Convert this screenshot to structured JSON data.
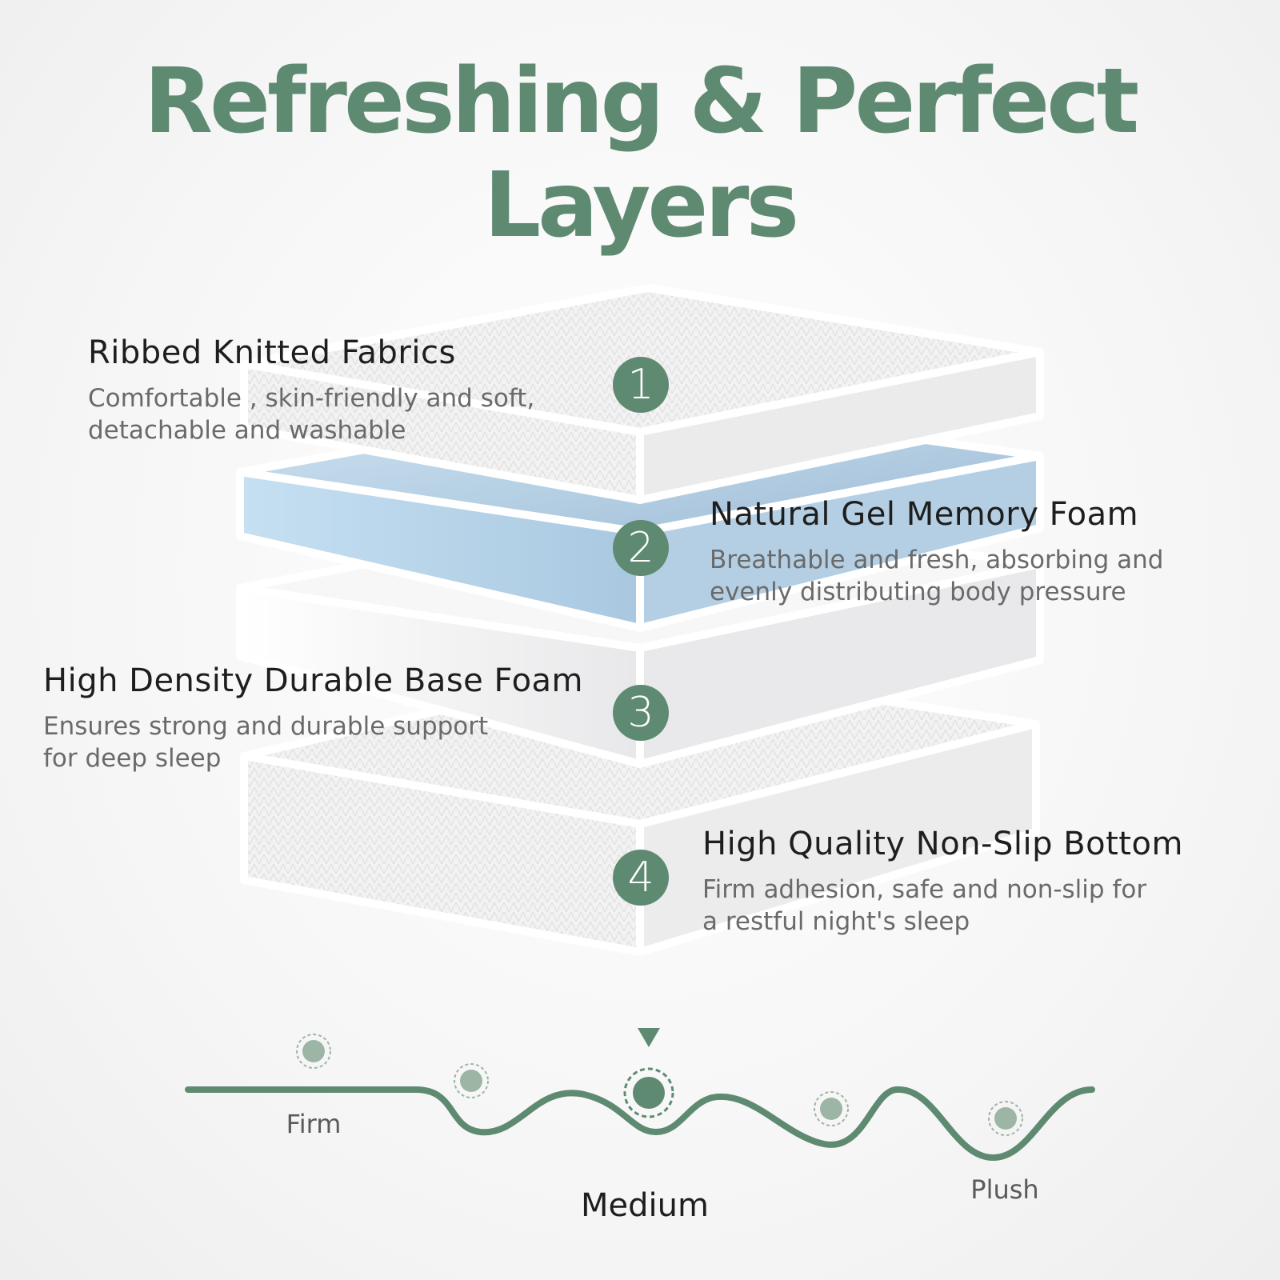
{
  "title": "Refreshing & Perfect Layers",
  "colors": {
    "accent": "#5f8a72",
    "accent_light": "#9db5a5",
    "gel": "#bcd8ee"
  },
  "layers": [
    {
      "number": "1",
      "title": "Ribbed Knitted Fabrics",
      "description": "Comfortable , skin-friendly and soft,\ndetachable and washable"
    },
    {
      "number": "2",
      "title": "Natural Gel Memory Foam",
      "description": "Breathable and fresh, absorbing and\nevenly distributing body pressure"
    },
    {
      "number": "3",
      "title": "High Density Durable Base Foam",
      "description": "Ensures strong and durable support\nfor deep sleep"
    },
    {
      "number": "4",
      "title": "High Quality Non-Slip Bottom",
      "description": "Firm adhesion, safe and non-slip for\na restful night's sleep"
    }
  ],
  "firmness": {
    "labels": {
      "firm": "Firm",
      "medium": "Medium",
      "plush": "Plush"
    },
    "selected": "Medium"
  }
}
